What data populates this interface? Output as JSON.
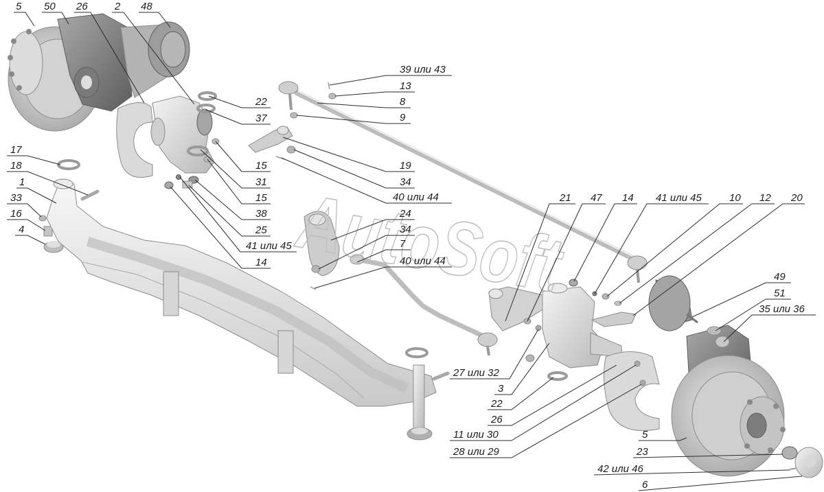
{
  "diagram": {
    "watermark": "AutoSoft",
    "callouts": [
      "5",
      "50",
      "26",
      "2",
      "48",
      "22",
      "37",
      "15",
      "31",
      "15",
      "38",
      "25",
      "41 или 45",
      "14",
      "17",
      "18",
      "1",
      "33",
      "16",
      "4",
      "39 или 43",
      "13",
      "8",
      "9",
      "19",
      "34",
      "40 или 44",
      "24",
      "34",
      "7",
      "40 или 44",
      "21",
      "47",
      "14",
      "41 или 45",
      "10",
      "12",
      "20",
      "49",
      "51",
      "35 или 36",
      "27 или 32",
      "3",
      "22",
      "26",
      "11 или 30",
      "28 или 29",
      "5",
      "23",
      "42 или 46",
      "6"
    ]
  },
  "colors": {
    "background": "#ffffff",
    "leader_line": "#2b2b2b",
    "watermark_outline": "#bfbfbf",
    "part_light": "#e6e6e6",
    "part_dark": "#6a6a6a"
  }
}
